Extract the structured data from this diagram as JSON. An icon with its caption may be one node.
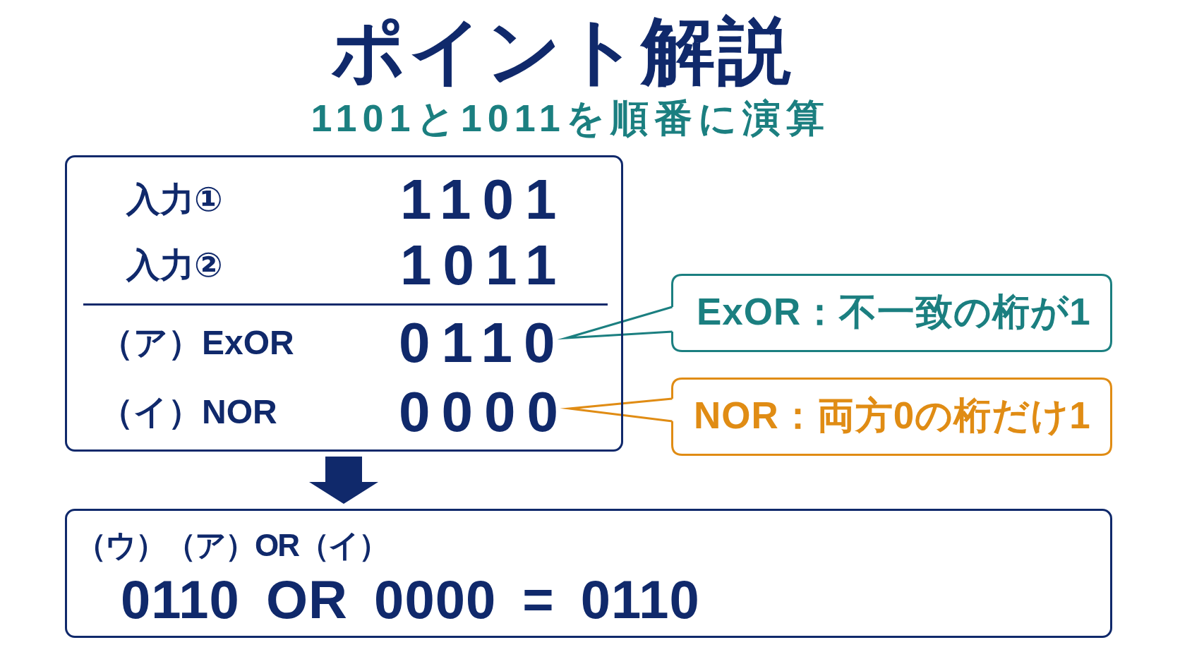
{
  "diagram": {
    "title": "ポイント解説",
    "nodes": [
      {
        "text": [],
        "shape": "box"
      },
      {
        "text": [
          "入力①",
          "1101"
        ],
        "in": 0
      },
      {
        "text": [
          "入力②",
          "1011"
        ],
        "in": 0
      },
      {
        "text": [
          "（ア）ExOR",
          "0110"
        ],
        "in": 0
      },
      {
        "text": [
          "（イ）NOR",
          "0000"
        ],
        "in": 0
      },
      {
        "text": [
          "ExOR：不一致の桁が1"
        ]
      },
      {
        "text": [
          "NOR：両方0の桁だけ1"
        ]
      },
      {
        "text": [
          "（ウ）（ア）OR（イ）",
          "0110 OR 0000 = 0110"
        ]
      }
    ],
    "edges": [
      {
        "from": 5,
        "to": 3,
        "arrow": "none",
        "color": "#1b7f80"
      },
      {
        "from": 6,
        "to": 4,
        "arrow": "none",
        "color": "#e08c14"
      },
      {
        "from": 0,
        "to": 7,
        "arrow": "to",
        "style": "thick"
      }
    ],
    "labels": [
      "1101と1011を順番に演算"
    ]
  }
}
